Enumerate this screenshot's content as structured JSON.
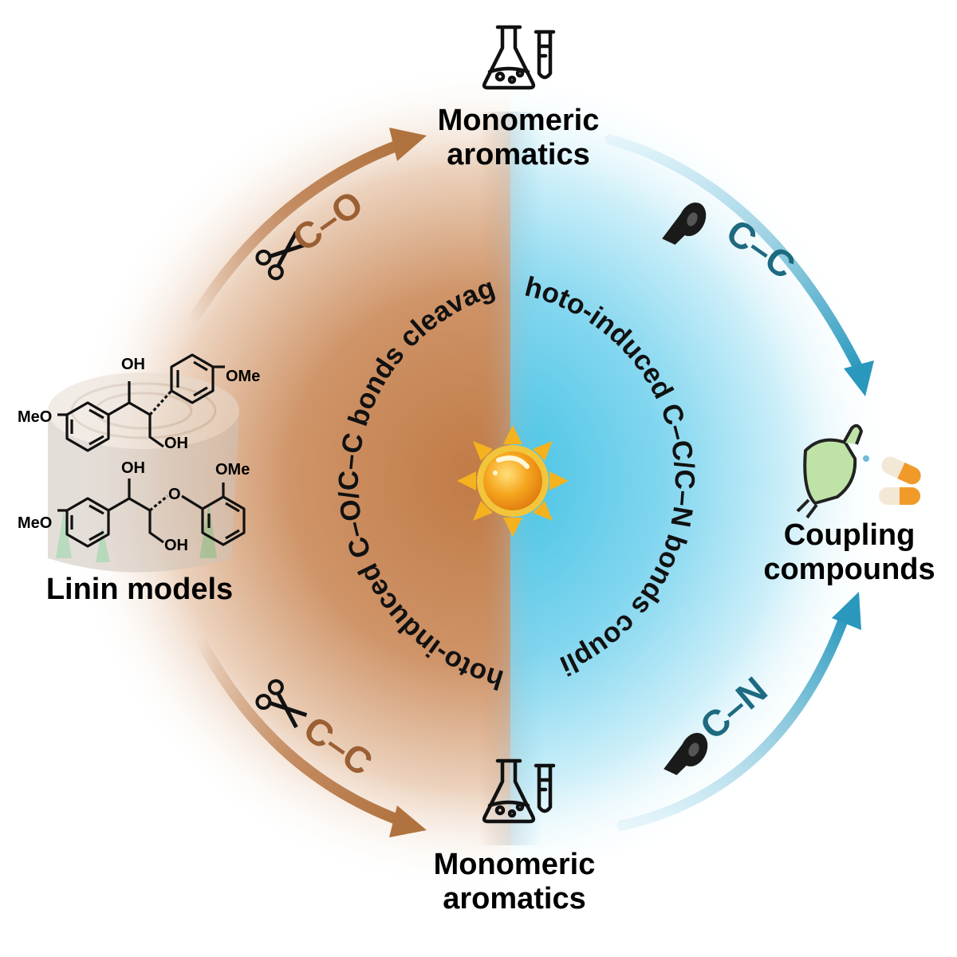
{
  "top_product": {
    "line1": "Monomeric",
    "line2": "aromatics"
  },
  "bottom_product": {
    "line1": "Monomeric",
    "line2": "aromatics"
  },
  "right_product": {
    "line1": "Coupling",
    "line2": "compounds"
  },
  "left_source": {
    "label": "Linin models"
  },
  "bonds": {
    "top_left": "C–O",
    "bottom_left": "C–C",
    "top_right": "C–C",
    "bottom_right": "C–N"
  },
  "inner_arcs": {
    "left": "Photo-induced C–O/C–C bonds cleavage",
    "right": "Photo-induced C–C/C–N bonds coupling"
  },
  "molecule_labels": {
    "oh1": "OH",
    "ome1": "OMe",
    "meo1": "MeO",
    "oh2": "OH",
    "oh3": "OH",
    "ome2": "OMe",
    "o": "O",
    "meo2": "MeO",
    "oh4": "OH"
  },
  "colors": {
    "brown": "#b8794a",
    "brown_dark": "#9a5f33",
    "teal": "#2a8fb0",
    "teal_dark": "#1e6a80",
    "sky": "#3ec3e6",
    "sun": "#f4b21f"
  }
}
